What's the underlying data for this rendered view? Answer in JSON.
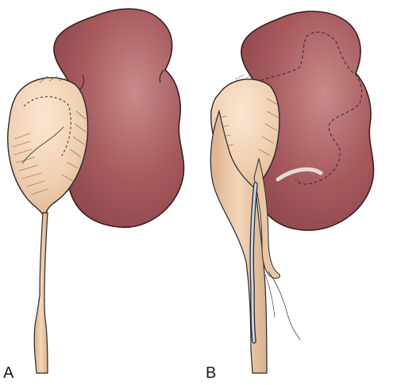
{
  "figure": {
    "panel_a_label": "A",
    "panel_b_label": "B"
  },
  "colors": {
    "kidney": "#a65a5e",
    "kidney_highlight": "#c98a8a",
    "kidney_outline": "#3a1f20",
    "pelvis": "#efcfb0",
    "pelvis_highlight": "#f8e2cd",
    "ureter": "#e8c6a4",
    "outline": "#2a2a2a",
    "stent": "#c9d4e8"
  },
  "icons": [
    "kidney-illustration",
    "renal-pelvis-illustration",
    "ureter-illustration",
    "stent-illustration"
  ]
}
